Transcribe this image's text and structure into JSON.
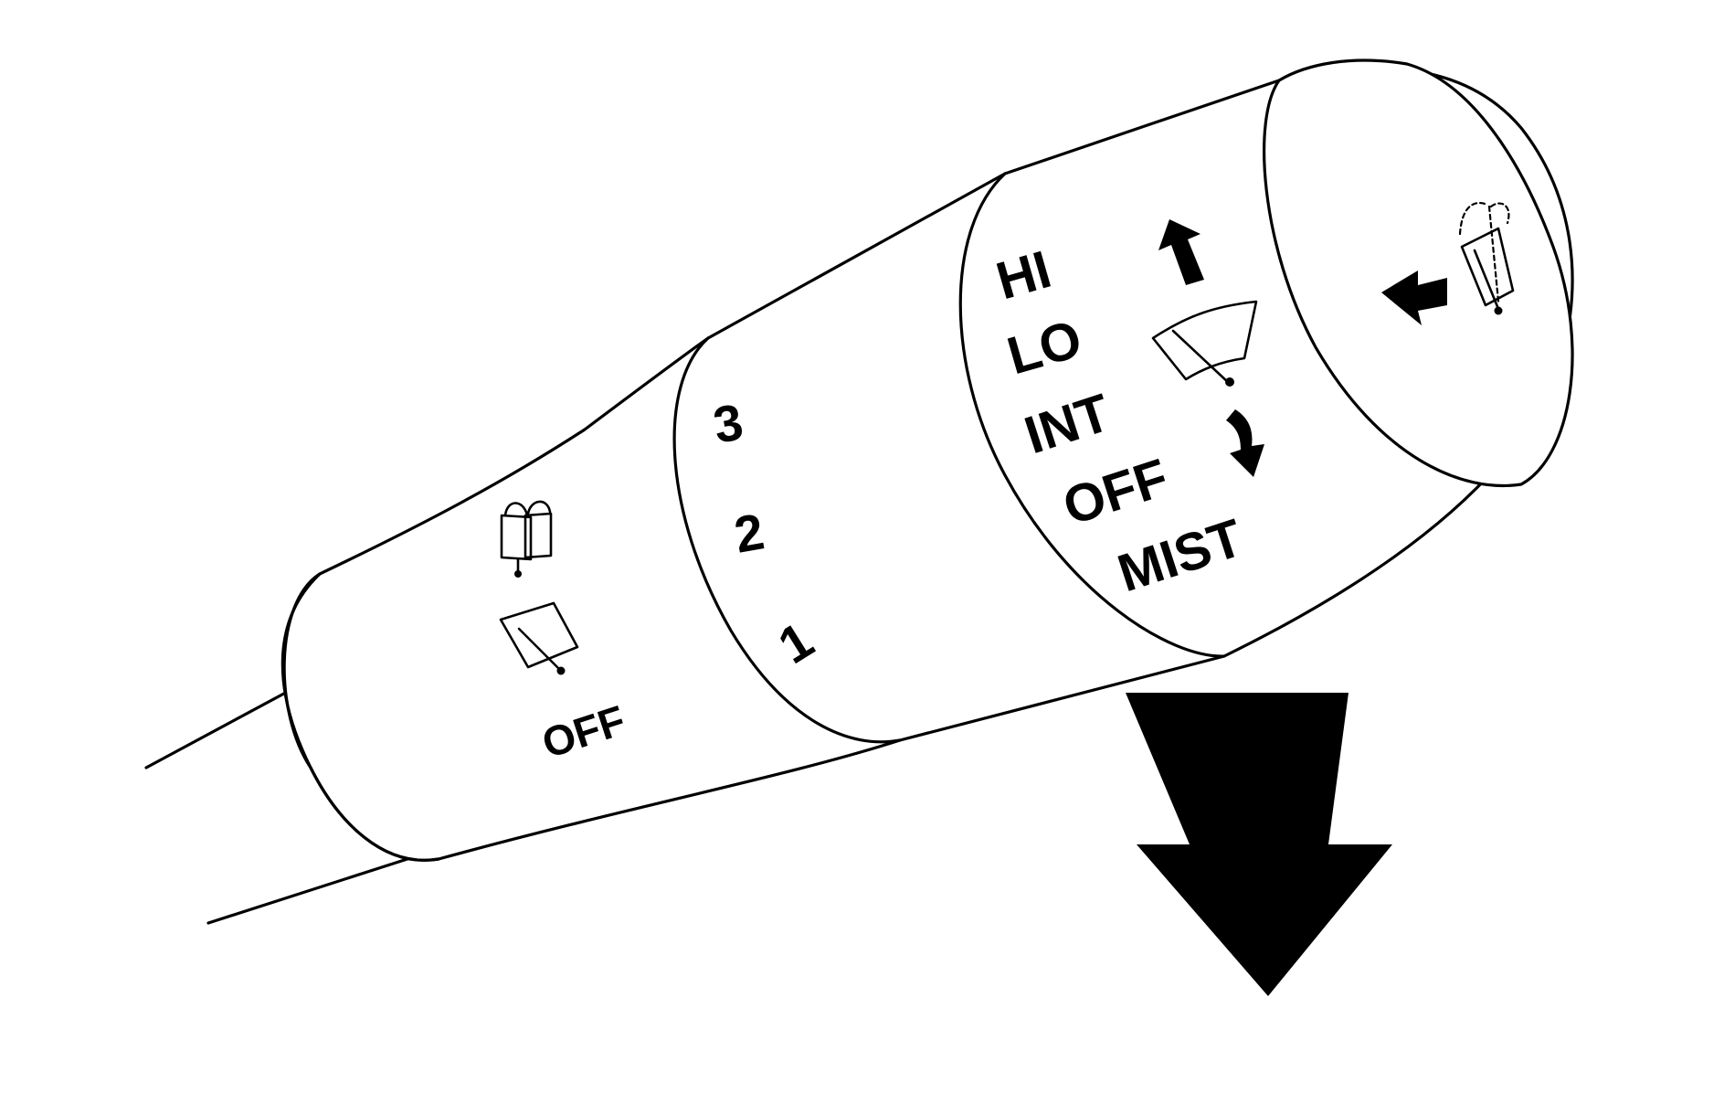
{
  "lever": {
    "rear_ring": {
      "off_label": "OFF"
    },
    "washer_ring": {
      "levels": [
        "3",
        "2",
        "1"
      ]
    },
    "wiper_ring": {
      "modes": [
        "HI",
        "LO",
        "INT",
        "OFF",
        "MIST"
      ]
    }
  },
  "colors": {
    "ink": "#000000",
    "paper": "#ffffff"
  },
  "icons": [
    "rear-washer-icon",
    "rear-wiper-icon",
    "up-arrow-icon",
    "wiper-sweep-icon",
    "down-arrow-icon",
    "push-arrow-icon",
    "front-washer-icon",
    "pull-down-arrow-icon"
  ]
}
